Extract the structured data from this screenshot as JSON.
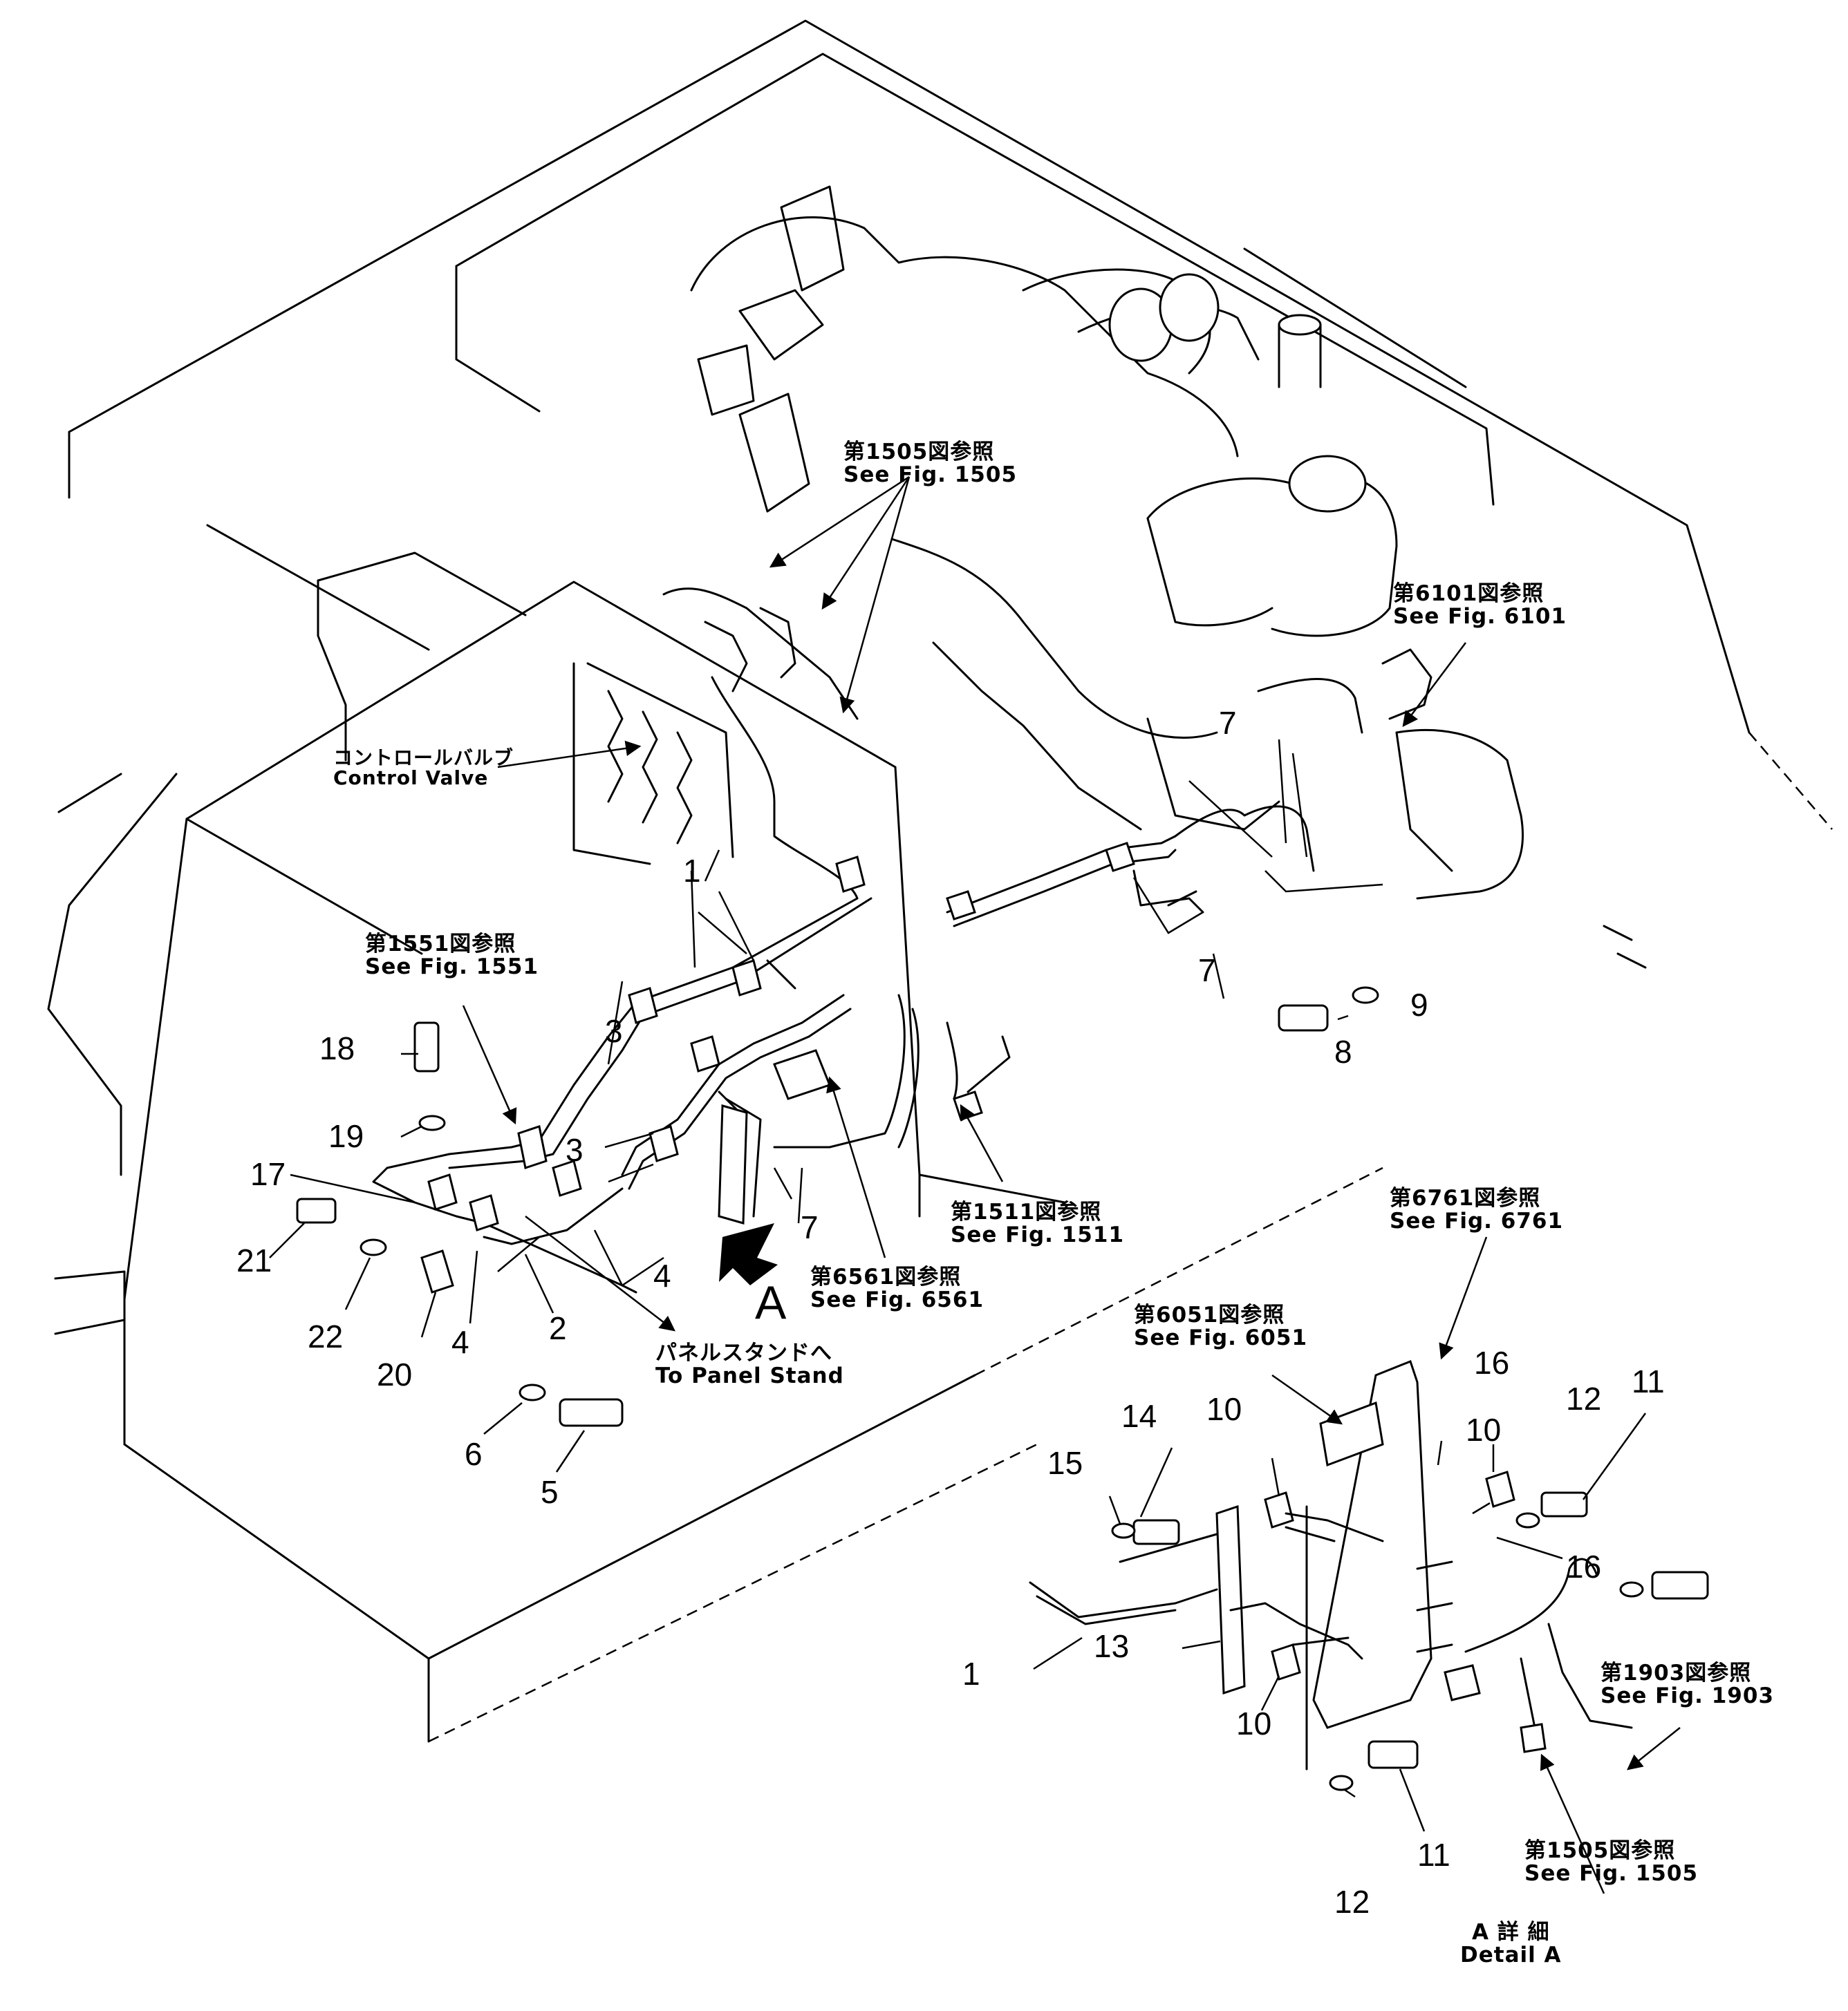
{
  "references": {
    "fig1505_top": {
      "jp": "第1505図参照",
      "en": "See  Fig.  1505"
    },
    "fig6101": {
      "jp": "第6101図参照",
      "en": "See  Fig.  6101"
    },
    "control_valve": {
      "jp": "コントロールバルブ",
      "en": "Control  Valve"
    },
    "fig1551": {
      "jp": "第1551図参照",
      "en": "See  Fig.  1551"
    },
    "fig1511": {
      "jp": "第1511図参照",
      "en": "See  Fig.  1511"
    },
    "fig6561": {
      "jp": "第6561図参照",
      "en": "See  Fig.  6561"
    },
    "panel_stand": {
      "jp": "パネルスタンドへ",
      "en": "To  Panel  Stand"
    },
    "fig6761": {
      "jp": "第6761図参照",
      "en": "See  Fig.  6761"
    },
    "fig6051": {
      "jp": "第6051図参照",
      "en": "See  Fig.  6051"
    },
    "fig1903": {
      "jp": "第1903図参照",
      "en": "See  Fig.  1903"
    },
    "fig1505_bottom": {
      "jp": "第1505図参照",
      "en": "See  Fig.  1505"
    },
    "detail_a": {
      "jp": "A 詳 細",
      "en": "Detail  A"
    }
  },
  "view_marker": "A",
  "callouts": [
    {
      "id": "c1a",
      "label": "1"
    },
    {
      "id": "c1b",
      "label": "1"
    },
    {
      "id": "c2",
      "label": "2"
    },
    {
      "id": "c3a",
      "label": "3"
    },
    {
      "id": "c3b",
      "label": "3"
    },
    {
      "id": "c4a",
      "label": "4"
    },
    {
      "id": "c4b",
      "label": "4"
    },
    {
      "id": "c5",
      "label": "5"
    },
    {
      "id": "c6",
      "label": "6"
    },
    {
      "id": "c7a",
      "label": "7"
    },
    {
      "id": "c7b",
      "label": "7"
    },
    {
      "id": "c7c",
      "label": "7"
    },
    {
      "id": "c8",
      "label": "8"
    },
    {
      "id": "c9",
      "label": "9"
    },
    {
      "id": "c10a",
      "label": "10"
    },
    {
      "id": "c10b",
      "label": "10"
    },
    {
      "id": "c10c",
      "label": "10"
    },
    {
      "id": "c11a",
      "label": "11"
    },
    {
      "id": "c11b",
      "label": "11"
    },
    {
      "id": "c12a",
      "label": "12"
    },
    {
      "id": "c12b",
      "label": "12"
    },
    {
      "id": "c13",
      "label": "13"
    },
    {
      "id": "c14",
      "label": "14"
    },
    {
      "id": "c15",
      "label": "15"
    },
    {
      "id": "c16a",
      "label": "16"
    },
    {
      "id": "c16b",
      "label": "16"
    },
    {
      "id": "c17",
      "label": "17"
    },
    {
      "id": "c18",
      "label": "18"
    },
    {
      "id": "c19",
      "label": "19"
    },
    {
      "id": "c20",
      "label": "20"
    },
    {
      "id": "c21",
      "label": "21"
    },
    {
      "id": "c22",
      "label": "22"
    }
  ]
}
